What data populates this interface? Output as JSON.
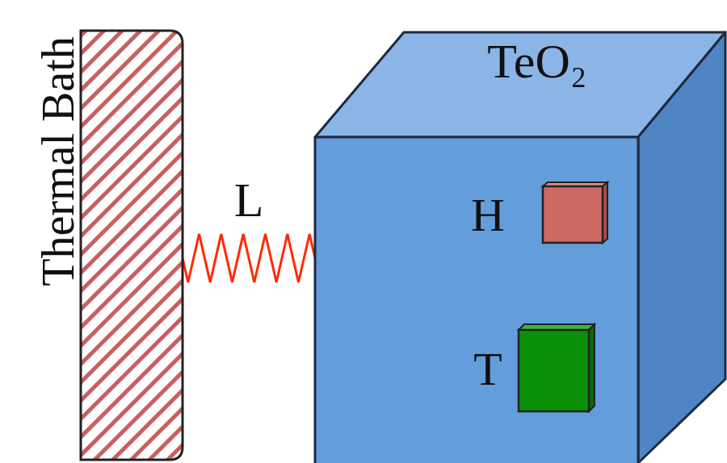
{
  "diagram": {
    "nodes": [
      {
        "text": [
          "Thermal Bath"
        ]
      },
      {
        "text": [
          "TeO₂"
        ]
      },
      {
        "text": [
          "H"
        ],
        "in": 1
      },
      {
        "text": [
          "T"
        ],
        "in": 1
      }
    ],
    "edges": [
      {
        "from": 0,
        "to": 1,
        "label": "L",
        "arrow": "none"
      }
    ]
  }
}
